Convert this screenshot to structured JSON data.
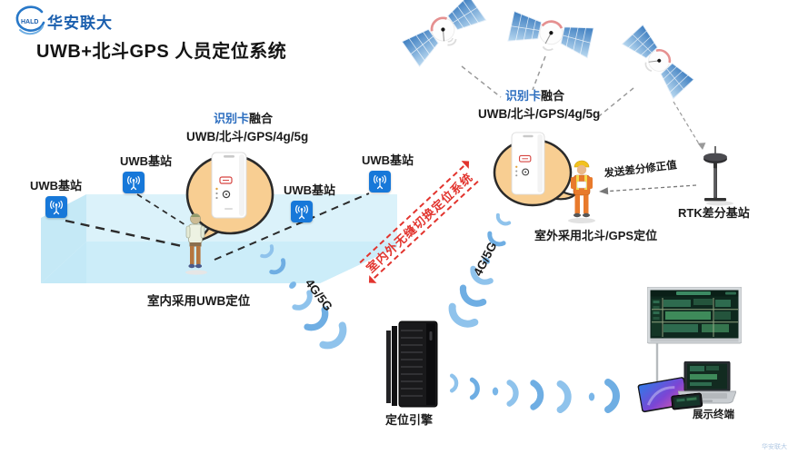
{
  "header": {
    "brand_short": "HALD",
    "brand_name": "华安联大",
    "title": "UWB+北斗GPS 人员定位系统"
  },
  "indoor": {
    "stations": [
      {
        "label": "UWB基站"
      },
      {
        "label": "UWB基站"
      },
      {
        "label": "UWB基站"
      },
      {
        "label": "UWB基站"
      }
    ],
    "callout": {
      "tag_highlight": "识别卡",
      "tag_rest": "融合",
      "modes": "UWB/北斗/GPS/4g/5g"
    },
    "caption": "室内采用UWB定位"
  },
  "outdoor": {
    "callout": {
      "tag_highlight": "识别卡",
      "tag_rest": "融合",
      "modes": "UWB/北斗/GPS/4g/5g"
    },
    "caption": "室外采用北斗/GPS定位",
    "rtk_label": "RTK差分基站",
    "correction_arrow_label": "发送差分修正值"
  },
  "transition": {
    "label": "室内外无缝切换定位系统"
  },
  "network": {
    "left_link_label": "4G/5G",
    "right_link_label": "4G/5G"
  },
  "engine": {
    "label": "定位引擎"
  },
  "display": {
    "label": "展示终端"
  },
  "watermark": "华安联大",
  "colors": {
    "brand_blue": "#1B5FAE",
    "station_blue": "#1778D9",
    "room_blue": "#C9EBF8",
    "alert_red": "#E2342E",
    "bubble_orange": "#F8CE92",
    "signal_blue": "#7AB6E8"
  }
}
